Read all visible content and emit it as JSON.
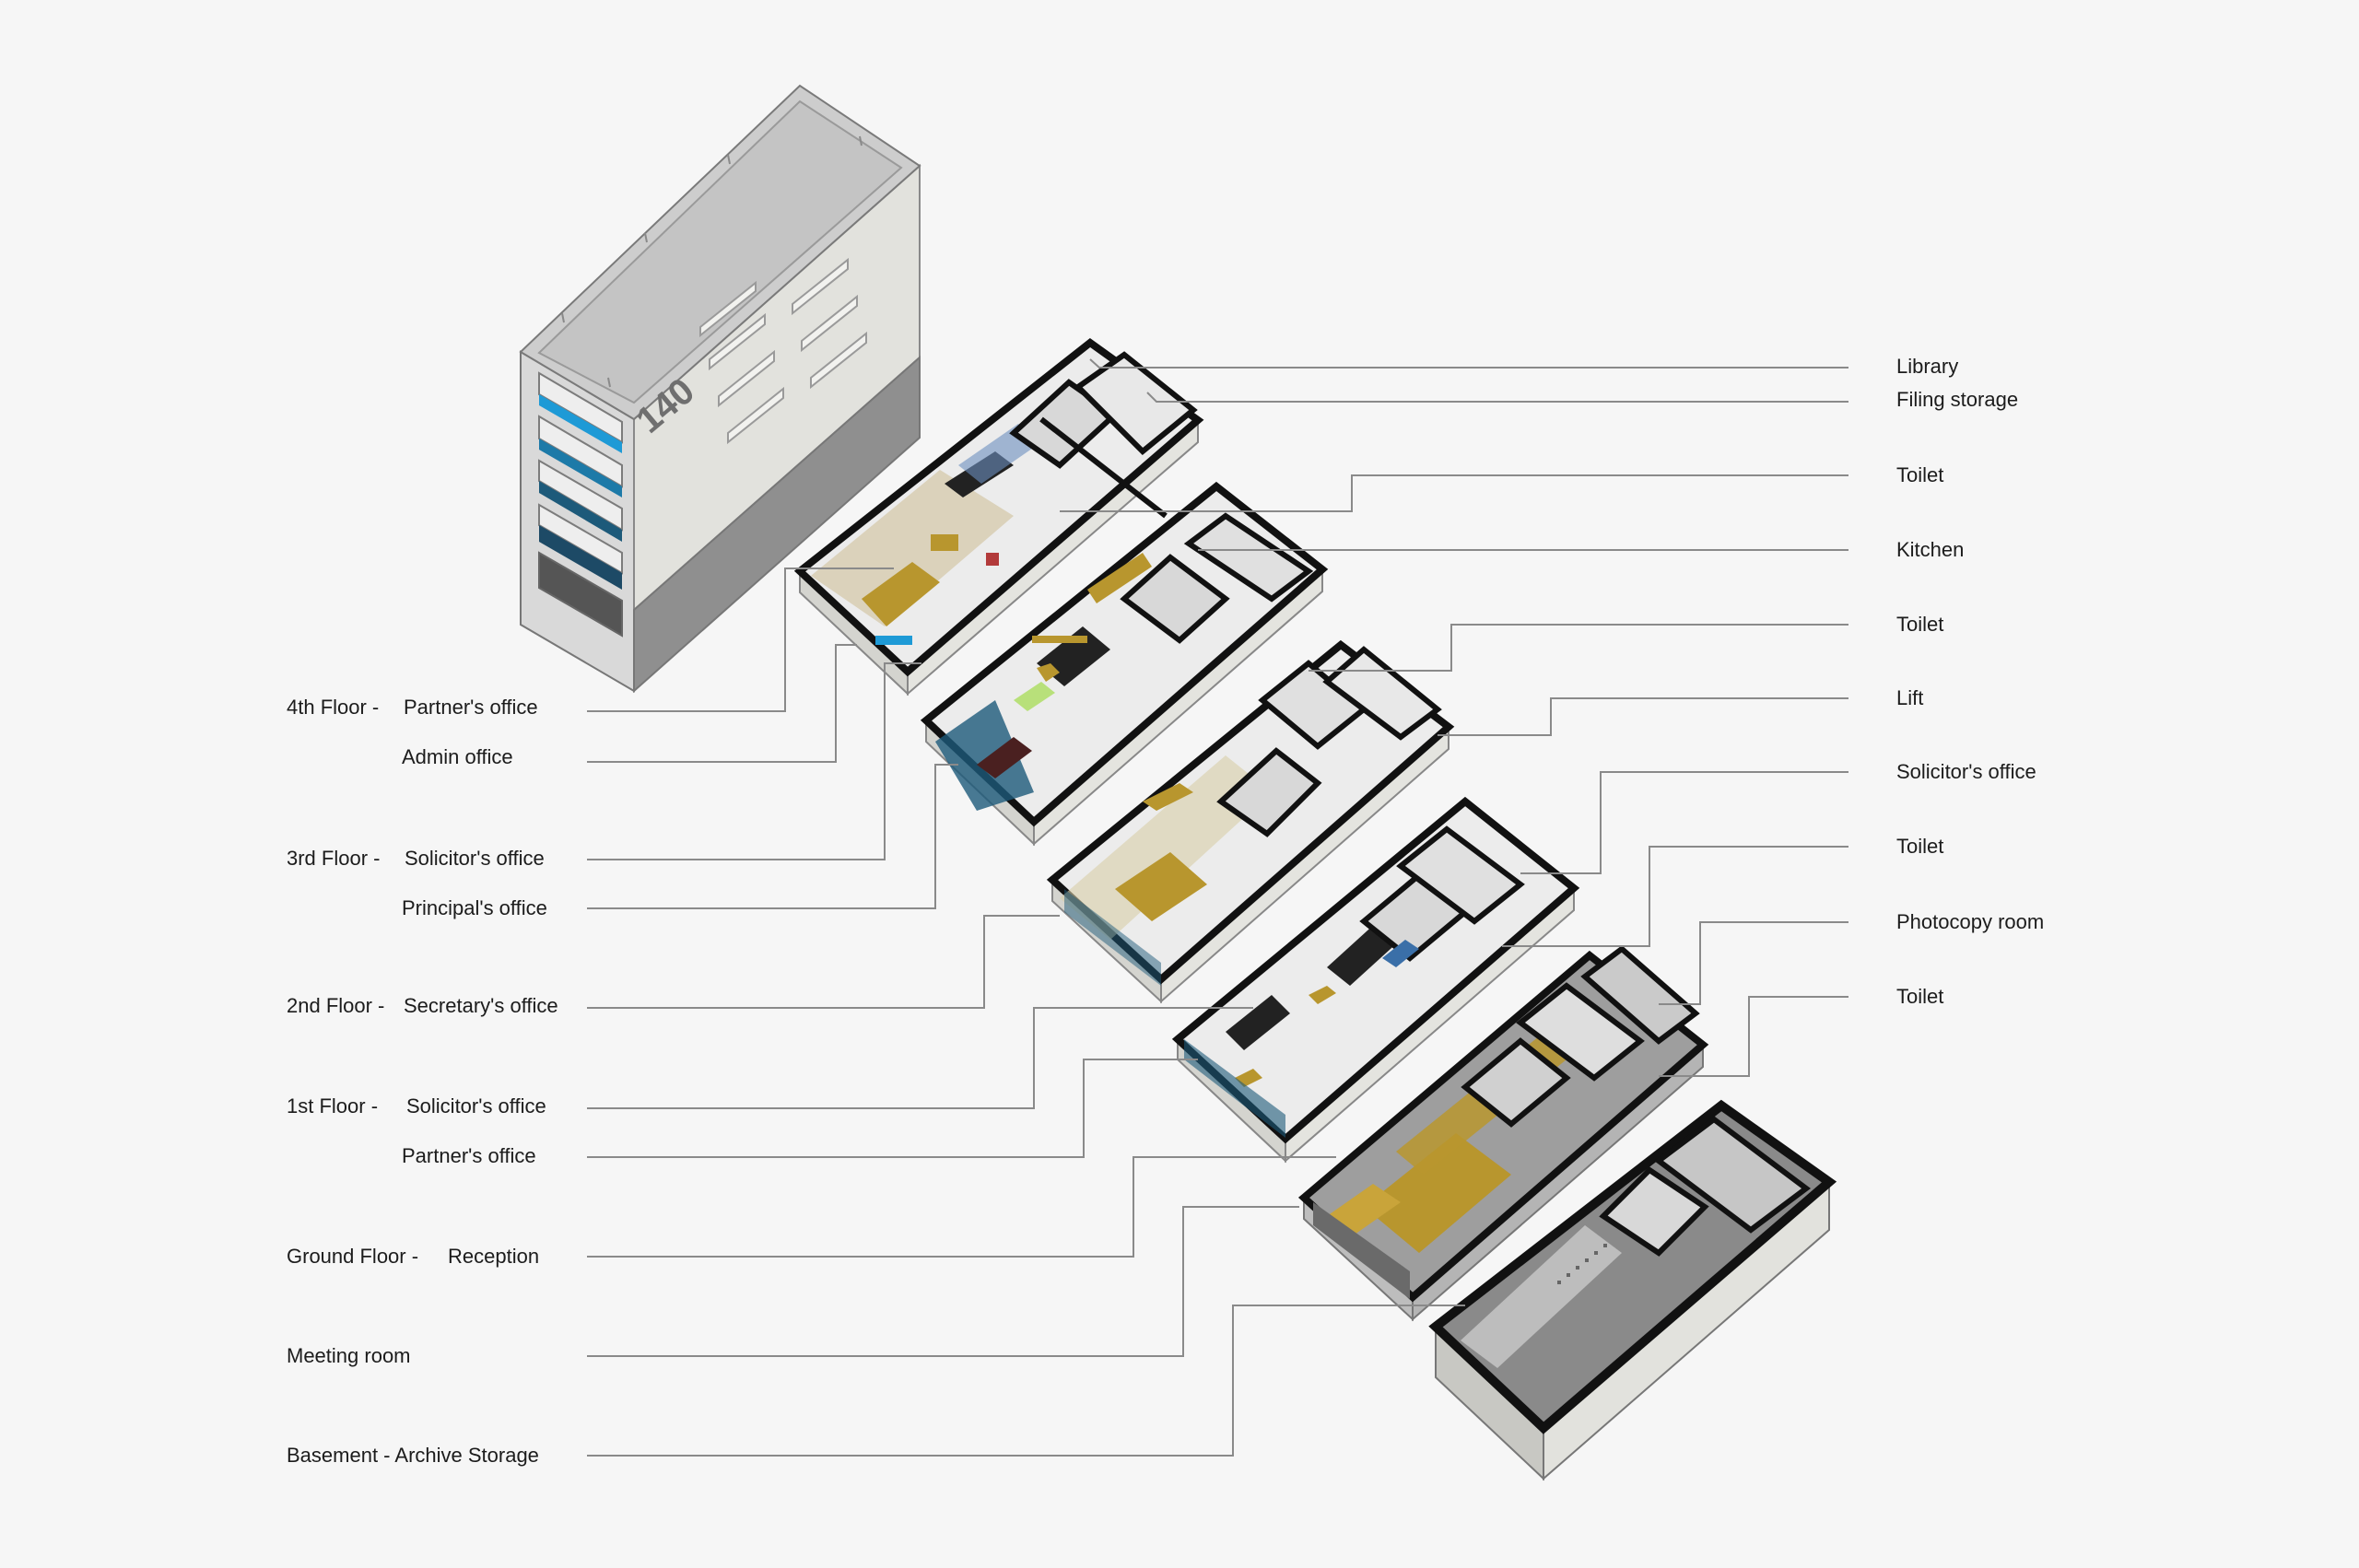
{
  "left_labels": [
    {
      "floor": "4th Floor -",
      "room": "Partner's office"
    },
    {
      "floor": "",
      "room": "Admin office"
    },
    {
      "floor": "3rd Floor -",
      "room": "Solicitor's office"
    },
    {
      "floor": "",
      "room": "Principal's office"
    },
    {
      "floor": "2nd Floor -",
      "room": "Secretary's office"
    },
    {
      "floor": "1st Floor -",
      "room": "Solicitor's office"
    },
    {
      "floor": "",
      "room": "Partner's office"
    },
    {
      "floor": "Ground Floor -",
      "room": "Reception"
    },
    {
      "floor": "",
      "room": "Meeting room"
    },
    {
      "floor": "",
      "room": "Basement - Archive Storage"
    }
  ],
  "right_labels": [
    "Library",
    "Filing storage",
    "Toilet",
    "Kitchen",
    "Toilet",
    "Lift",
    "Solicitor's office",
    "Toilet",
    "Photocopy room",
    "Toilet"
  ],
  "building_sign": "140",
  "colors": {
    "background": "#f6f6f6",
    "leader_line": "#8a8a8a",
    "wall": "#111111",
    "floor_light": "#ececec",
    "wood": "#b8962e",
    "glass_blue": "#1e9ad6",
    "panel_navy": "#1d5a7a"
  }
}
